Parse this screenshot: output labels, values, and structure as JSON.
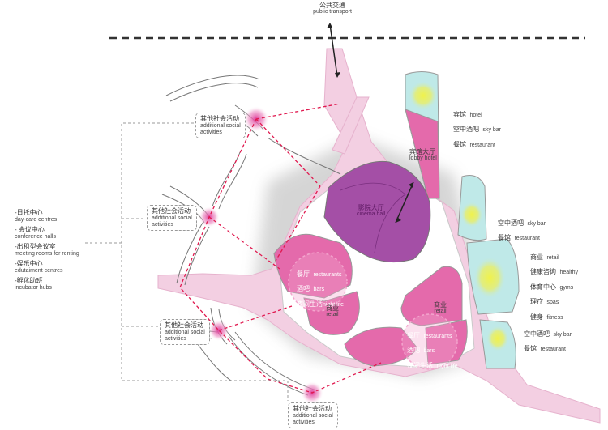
{
  "transport": {
    "zh": "公共交通",
    "en": "public transport"
  },
  "hotel_tower": {
    "hotel_zh": "宾馆",
    "hotel_en": "hotel",
    "skybar_zh": "空中酒吧",
    "skybar_en": "sky bar",
    "restaurant_zh": "餐馆",
    "restaurant_en": "restaurant"
  },
  "lobby": {
    "zh": "宾馆大厅",
    "en": "lobby hotel"
  },
  "cinema": {
    "zh": "影院大厅",
    "en": "cinema hall"
  },
  "mid_tower": {
    "skybar_zh": "空中酒吧",
    "skybar_en": "sky bar",
    "restaurant_zh": "餐馆",
    "restaurant_en": "restaurant"
  },
  "retail_list": {
    "retail_zh": "商业",
    "retail_en": "retail",
    "health_zh": "健康咨询",
    "health_en": "healthy",
    "gym_zh": "体育中心",
    "gym_en": "gyms",
    "spa_zh": "理疗",
    "spa_en": "spas",
    "fitness_zh": "健身",
    "fitness_en": "fitness"
  },
  "low_tower": {
    "skybar_zh": "空中酒吧",
    "skybar_en": "sky bar",
    "restaurant_zh": "餐馆",
    "restaurant_en": "restaurant"
  },
  "block_left": {
    "rest_zh": "餐厅",
    "rest_en": "restaurants",
    "bar_zh": "酒吧",
    "bar_en": "bars",
    "night_zh": "夜间生活",
    "night_en": "night life",
    "retail_zh": "商业",
    "retail_en": "retail"
  },
  "block_right": {
    "retail_zh": "商业",
    "retail_en": "retail",
    "rest_zh": "餐厅",
    "rest_en": "restaurants",
    "bar_zh": "酒吧",
    "bar_en": "bars",
    "night_zh": "夜间生活",
    "night_en": "night life"
  },
  "social_boxes": [
    {
      "zh": "其他社会活动",
      "en1": "additional social",
      "en2": "activities"
    },
    {
      "zh": "其他社会活动",
      "en1": "additional social",
      "en2": "activities"
    },
    {
      "zh": "其他社会活动",
      "en1": "additional social",
      "en2": "activities"
    },
    {
      "zh": "其他社会活动",
      "en1": "additional social",
      "en2": "activities"
    }
  ],
  "left_list": [
    {
      "zh": "-日托中心",
      "en": "day-care centres"
    },
    {
      "zh": "- 会议中心",
      "en": "conference halls"
    },
    {
      "zh": "-出租型会议室",
      "en": "meeting rooms for renting"
    },
    {
      "zh": "-娱乐中心",
      "en": "edutaiment centres"
    },
    {
      "zh": "-孵化助班",
      "en": "incubator hubs"
    }
  ],
  "colors": {
    "road": "#f3cfe2",
    "magenta": "#e46aab",
    "purple": "#a44fa6",
    "cyan": "#bfe9e8",
    "yellow": "#e8ee5a",
    "dash_red": "#e0194f"
  }
}
